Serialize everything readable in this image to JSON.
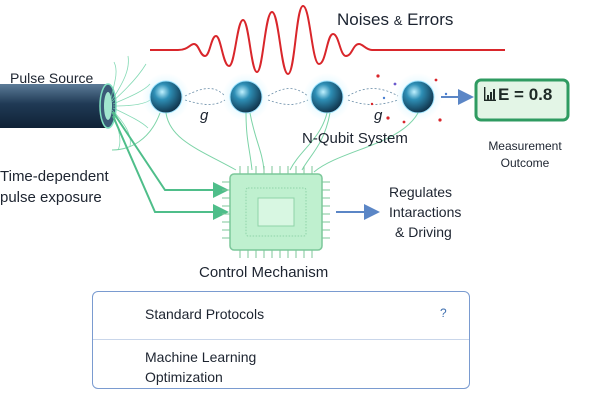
{
  "title": {
    "noises_word": "Noises",
    "noises_amp": "&",
    "errors_word": "Errors"
  },
  "source": {
    "label": "Pulse Source",
    "exposure_line1": "Time-dependent",
    "exposure_line2": "pulse exposure"
  },
  "qubits": {
    "coupling_1": "g",
    "coupling_2": "g",
    "system_label": "N-Qubit System"
  },
  "measurement": {
    "readout": "E = 0.8",
    "label_line1": "Measurement",
    "label_line2": "Outcome"
  },
  "control": {
    "label": "Control Mechanism",
    "regulates_line1": "Regulates",
    "regulates_line2": "Intaractions",
    "regulates_line3": "& Driving"
  },
  "methods": {
    "standard": "Standard Protocols",
    "ml_line1": "Machine Learning",
    "ml_line2": "Optimization",
    "help_glyph": "?"
  },
  "colors": {
    "noise_wave": "#d9262b",
    "qubit": "#1f6f95",
    "qubit_glow": "#7fd8ff",
    "chip": "#bff0cf",
    "chip_border": "#7cc79a",
    "wires": "#4fbe8a",
    "arrow_blue": "#5b86c6",
    "readout_bg": "#e3f5e6",
    "readout_border": "#2f9b61",
    "panel_border": "#7a9bd0",
    "icon_blue": "#3e6fb0",
    "icon_teal": "#17a28a",
    "trend_line": "#f2a93b",
    "trophy": "#e79a1b"
  },
  "icons": {
    "network": "network-icon",
    "ml_network": "neural-network-icon",
    "flowchart": "flowchart-icon",
    "help": "question-circle-icon",
    "trend": "trend-line-icon",
    "trophy": "trophy-icon",
    "bar_chart": "bar-chart-icon"
  }
}
